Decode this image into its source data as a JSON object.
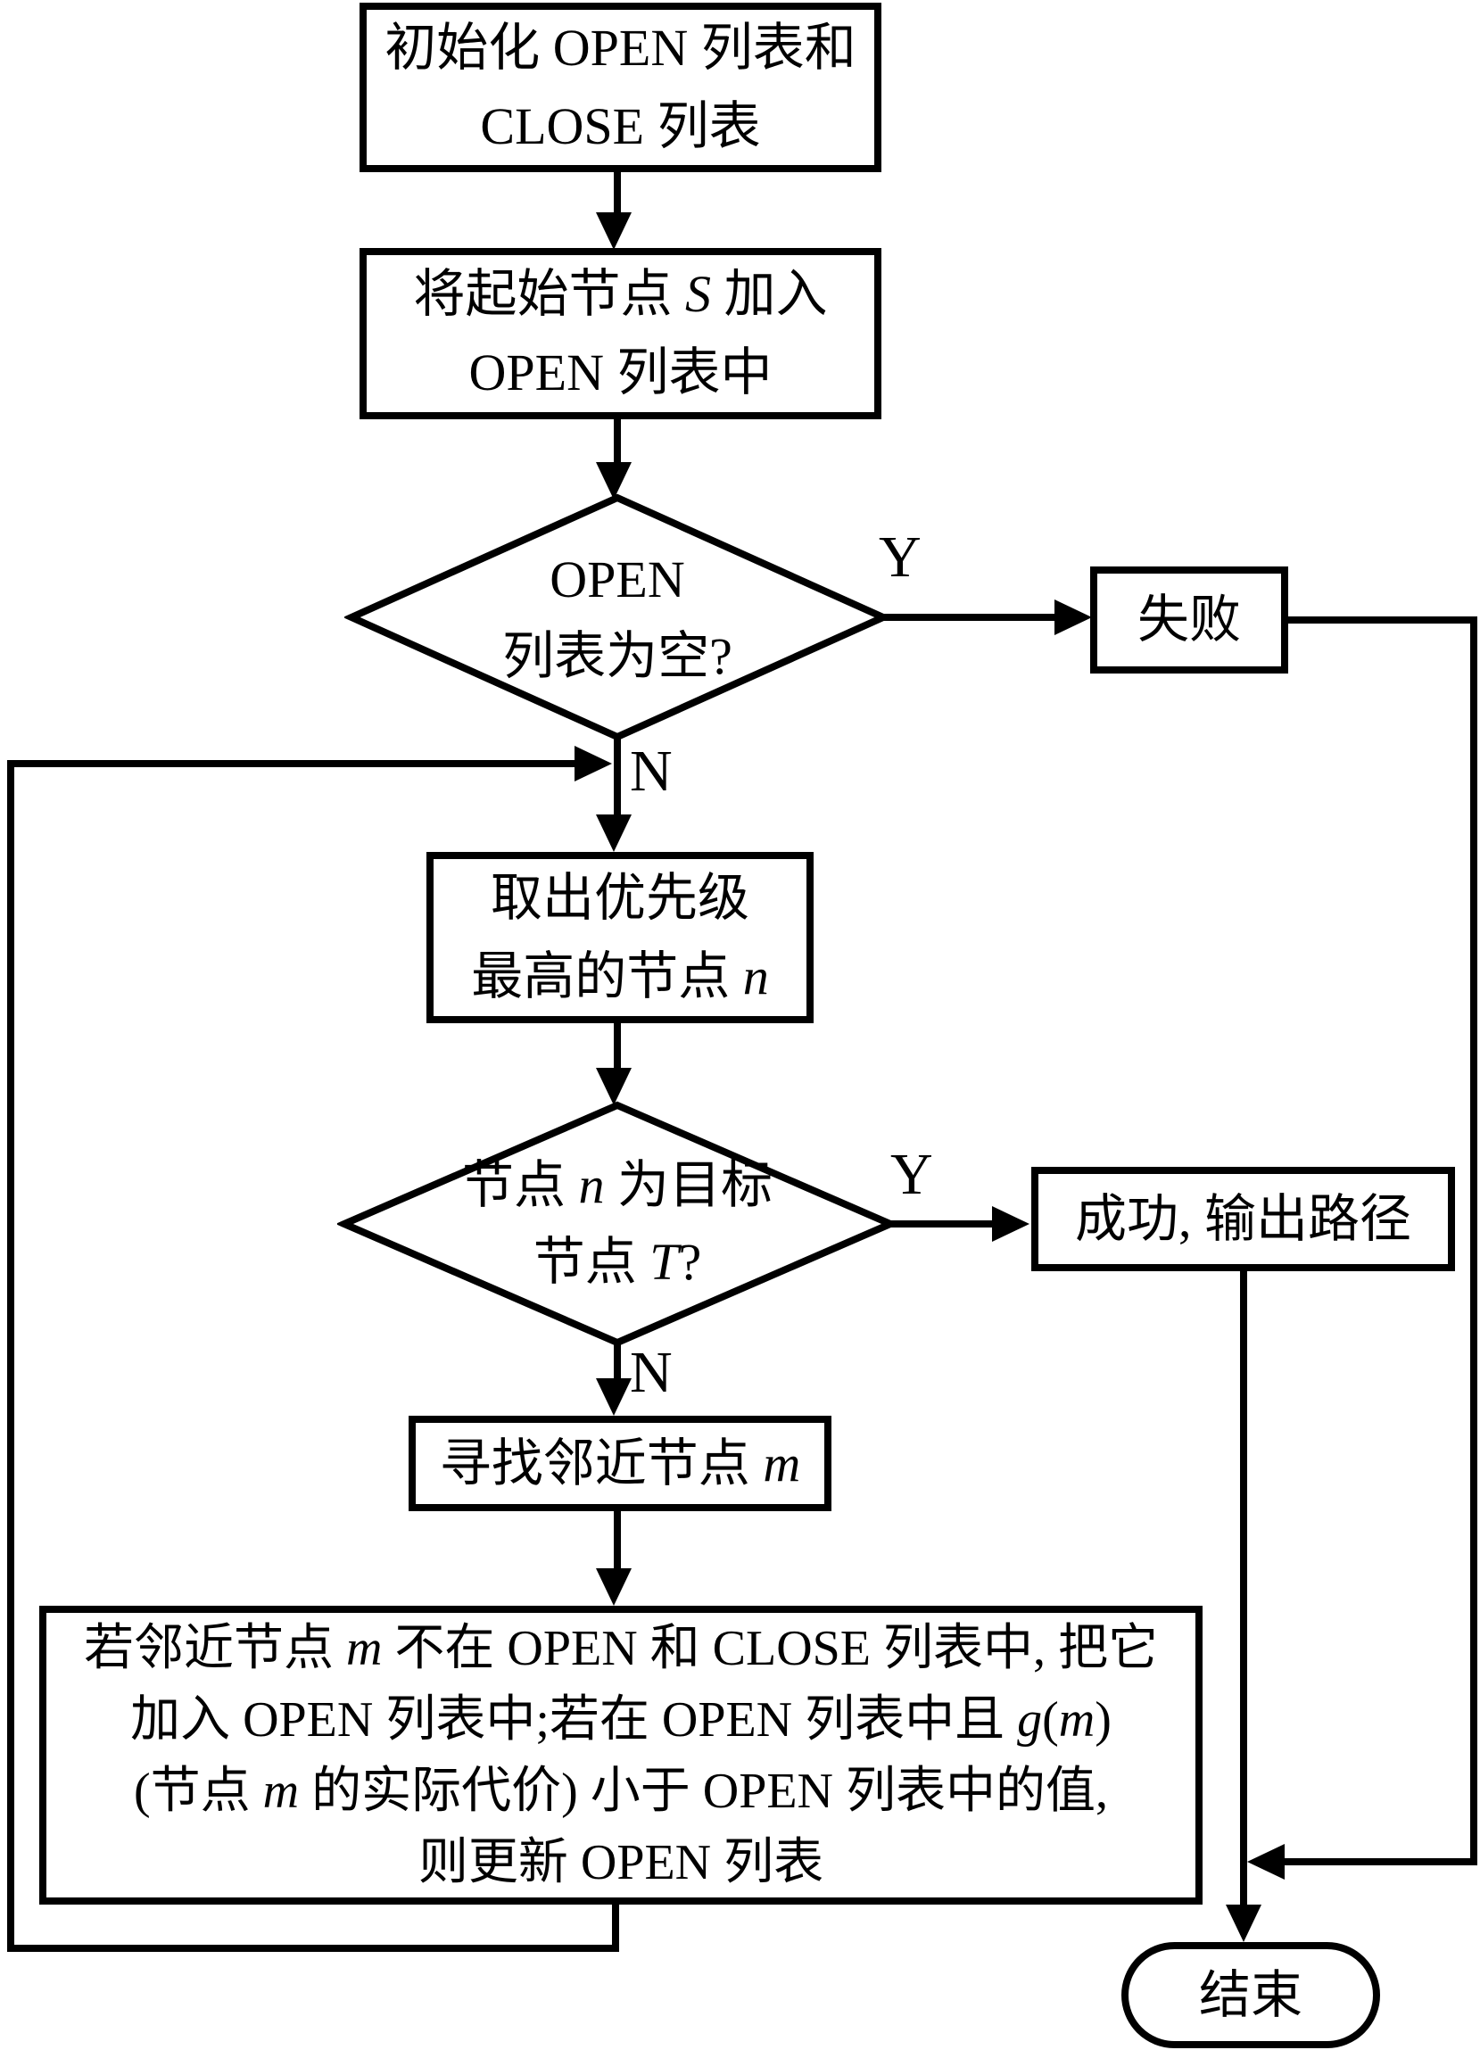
{
  "nodes": {
    "init": {
      "line1": "初始化 OPEN 列表和",
      "line2": "CLOSE 列表"
    },
    "add_start": {
      "line1": [
        {
          "t": "将起始节点 "
        },
        {
          "t": "S"
        },
        {
          "t": " 加入"
        }
      ],
      "line2": "OPEN 列表中"
    },
    "open_empty": {
      "line1": "OPEN",
      "line2": "列表为空?"
    },
    "fail": {
      "label": "失败"
    },
    "take_highest": {
      "line1": "取出优先级",
      "line2": [
        {
          "t": "最高的节点 "
        },
        {
          "t": "n"
        }
      ]
    },
    "is_target": {
      "line1": [
        {
          "t": "节点 "
        },
        {
          "t": "n"
        },
        {
          "t": " 为目标"
        }
      ],
      "line2": [
        {
          "t": "节点 "
        },
        {
          "t": "T"
        },
        {
          "t": "?"
        }
      ]
    },
    "success": {
      "label": "成功, 输出路径"
    },
    "find_neighbor": {
      "line": [
        {
          "t": "寻找邻近节点 "
        },
        {
          "t": "m"
        }
      ]
    },
    "update_open": {
      "line1": [
        {
          "t": "若邻近节点 "
        },
        {
          "t": "m"
        },
        {
          "t": " 不在 OPEN 和 CLOSE 列表中, 把它"
        }
      ],
      "line2": [
        {
          "t": "加入 OPEN 列表中;若在 OPEN 列表中且 "
        },
        {
          "t": "g"
        },
        {
          "t": "("
        },
        {
          "t": "m"
        },
        {
          "t": ")"
        }
      ],
      "line3": [
        {
          "t": "(节点 "
        },
        {
          "t": "m"
        },
        {
          "t": " 的实际代价) 小于 OPEN 列表中的值,"
        }
      ],
      "line4": "则更新 OPEN 列表"
    },
    "end": {
      "label": "结束"
    }
  },
  "edge_labels": {
    "d1_yes": "Y",
    "d1_no": "N",
    "d2_yes": "Y",
    "d2_no": "N"
  },
  "colors": {
    "stroke": "#000000",
    "background": "#ffffff"
  }
}
